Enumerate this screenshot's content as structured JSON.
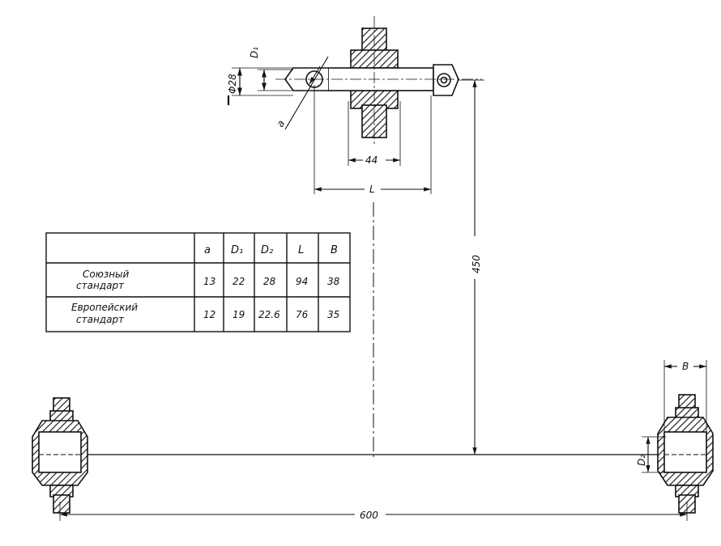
{
  "dimensions": {
    "d1": "D₁",
    "diameter": "Φ28",
    "a": "a",
    "width44": "44",
    "length": "L",
    "height": "450",
    "width": "600",
    "d2": "D₂",
    "b": "B"
  },
  "table": {
    "headers": [
      "",
      "a",
      "D₁",
      "D₂",
      "L",
      "B"
    ],
    "rows": [
      {
        "label_line1": "Союзный",
        "label_line2": "стандарт",
        "values": [
          "13",
          "22",
          "28",
          "94",
          "38"
        ]
      },
      {
        "label_line1": "Европейский",
        "label_line2": "стандарт",
        "values": [
          "12",
          "19",
          "22.6",
          "76",
          "35"
        ]
      }
    ]
  },
  "colors": {
    "ink": "#111111",
    "paper": "#ffffff"
  }
}
